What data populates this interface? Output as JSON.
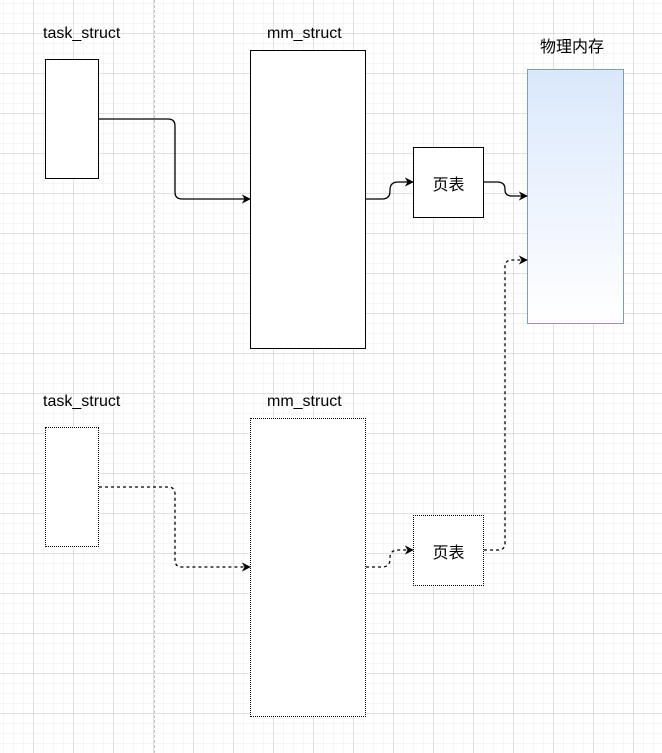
{
  "process_a": {
    "task_label": "task_struct",
    "mm_label": "mm_struct",
    "page_table_label": "页表"
  },
  "process_b": {
    "task_label": "task_struct",
    "mm_label": "mm_struct",
    "page_table_label": "页表"
  },
  "physical_memory": {
    "label": "物理内存",
    "fill_top": "#dae8fc",
    "fill_bottom": "#ffffff",
    "stroke": "#6c8ebf"
  },
  "styles": {
    "line_color": "#000000",
    "process_a_line": "solid",
    "process_b_line": "dotted"
  }
}
